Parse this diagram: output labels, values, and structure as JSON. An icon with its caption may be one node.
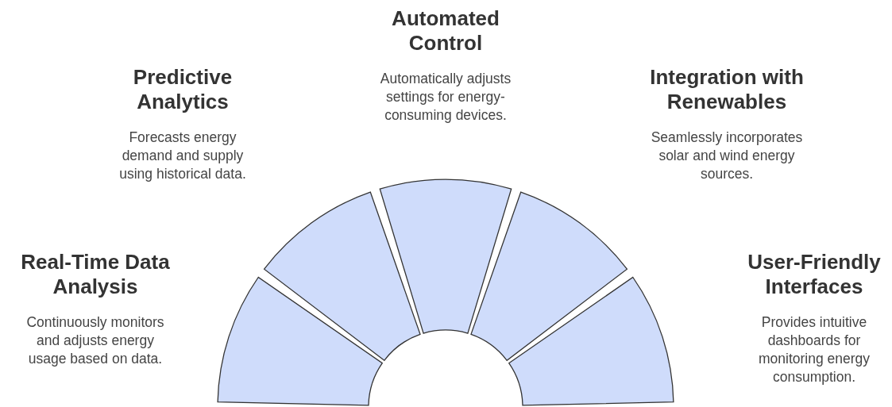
{
  "diagram": {
    "nodes": [
      {
        "text": [
          "Real-Time Data Analysis",
          "Continuously monitors and adjusts energy usage based on data."
        ]
      },
      {
        "text": [
          "Predictive Analytics",
          "Forecasts energy demand and supply using historical data."
        ]
      },
      {
        "text": [
          "Automated Control",
          "Automatically adjusts settings for energy-consuming devices."
        ]
      },
      {
        "text": [
          "Integration with Renewables",
          "Seamlessly incorporates solar and wind energy sources."
        ]
      },
      {
        "text": [
          "User-Friendly Interfaces",
          "Provides intuitive dashboards for monitoring energy consumption."
        ]
      }
    ]
  }
}
